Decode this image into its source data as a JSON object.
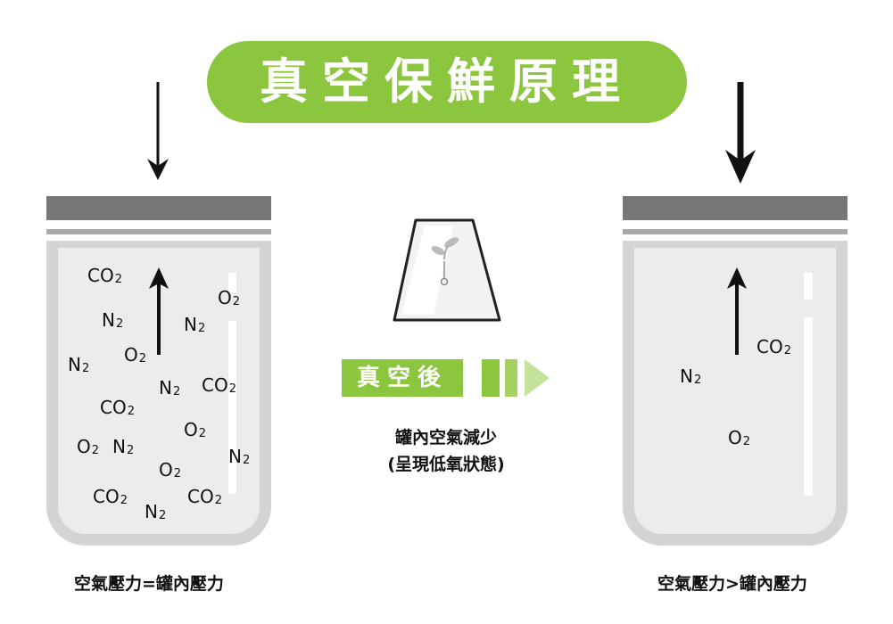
{
  "title": "真空保鮮原理",
  "left_jar": {
    "molecules": [
      {
        "base": "CO",
        "sub": "2"
      },
      {
        "base": "O",
        "sub": "2"
      },
      {
        "base": "N",
        "sub": "2"
      },
      {
        "base": "N",
        "sub": "2"
      },
      {
        "base": "N",
        "sub": "2"
      },
      {
        "base": "O",
        "sub": "2"
      },
      {
        "base": "N",
        "sub": "2"
      },
      {
        "base": "CO",
        "sub": "2"
      },
      {
        "base": "CO",
        "sub": "2"
      },
      {
        "base": "O",
        "sub": "2"
      },
      {
        "base": "O",
        "sub": "2"
      },
      {
        "base": "N",
        "sub": "2"
      },
      {
        "base": "N",
        "sub": "2"
      },
      {
        "base": "O",
        "sub": "2"
      },
      {
        "base": "CO",
        "sub": "2"
      },
      {
        "base": "N",
        "sub": "2"
      },
      {
        "base": "CO",
        "sub": "2"
      }
    ],
    "caption": "空氣壓力=罐內壓力"
  },
  "middle": {
    "label": "真空後",
    "caption_line1": "罐內空氣減少",
    "caption_line2": "(呈現低氧狀態)"
  },
  "right_jar": {
    "molecules": [
      {
        "base": "CO",
        "sub": "2"
      },
      {
        "base": "N",
        "sub": "2"
      },
      {
        "base": "O",
        "sub": "2"
      }
    ],
    "caption": "空氣壓力>罐內壓力"
  },
  "colors": {
    "accent_green": "#8cc63f",
    "light_green": "#b5d97a",
    "lid_dark": "#777777",
    "lid_light": "#aaaaaa",
    "jar_border": "#d4d4d4",
    "jar_fill": "#ececec"
  },
  "icons": [
    "down-arrow-icon",
    "up-arrow-icon",
    "sprout-icon",
    "right-arrow-icon"
  ]
}
